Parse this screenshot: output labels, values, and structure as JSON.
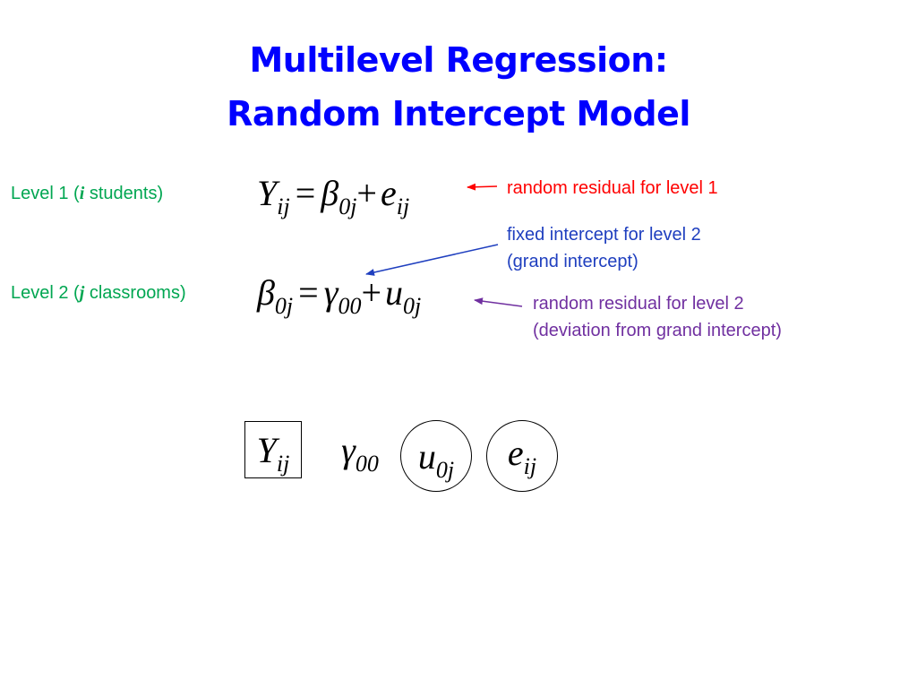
{
  "title": {
    "line1": "Multilevel Regression:",
    "line2": "Random Intercept Model"
  },
  "levels": [
    {
      "prefix": "Level 1 (",
      "index": "i",
      "suffix": " students)"
    },
    {
      "prefix": "Level 2 (",
      "index": "j",
      "suffix": " classrooms)"
    }
  ],
  "equation1": {
    "lhs": "Y",
    "lhs_sub": "ij",
    "equals": "=",
    "term1": "β",
    "term1_sub": "0j",
    "plus": "+",
    "term2": "e",
    "term2_sub": "ij"
  },
  "equation2": {
    "lhs": "β",
    "lhs_sub": "0j",
    "equals": "=",
    "term1": "γ",
    "term1_sub": "00",
    "plus": "+",
    "term2": "u",
    "term2_sub": "0j"
  },
  "annotations": {
    "level1_residual": "random residual for level 1",
    "fixed_intercept_line1": "fixed intercept for level 2",
    "fixed_intercept_line2": "(grand intercept)",
    "level2_residual_line1": "random residual for level 2",
    "level2_residual_line2": "(deviation from grand intercept)"
  },
  "path_symbols": {
    "observed": {
      "sym": "Y",
      "sub": "ij"
    },
    "fixed": {
      "sym": "γ",
      "sub": "00"
    },
    "random_level2": {
      "sym": "u",
      "sub": "0j"
    },
    "random_level1": {
      "sym": "e",
      "sub": "ij"
    }
  },
  "colors": {
    "title": "#0000ff",
    "level_label": "#00a651",
    "red": "#ff0000",
    "blue": "#1f3fbf",
    "purple": "#7030a0"
  }
}
